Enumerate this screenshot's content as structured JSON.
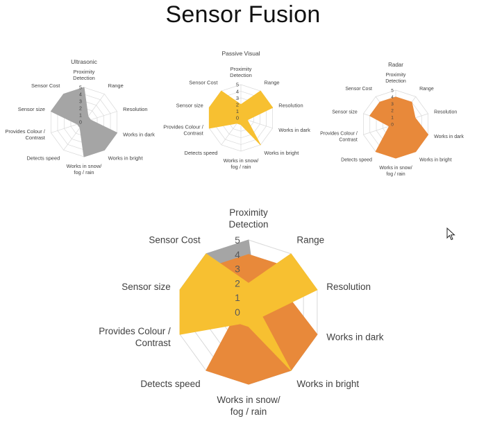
{
  "page": {
    "title": "Sensor Fusion"
  },
  "colors": {
    "ultrasonic": "#A5A5A5",
    "passive_visual": "#F7C031",
    "radar": "#E8893A",
    "grid": "#d9d9d9",
    "text": "#404040"
  },
  "chart_data": [
    {
      "type": "radar",
      "title": "Ultrasonic",
      "axes": [
        "Proximity Detection",
        "Range",
        "Resolution",
        "Works in dark",
        "Works in bright",
        "Works in snow/ fog / rain",
        "Detects speed",
        "Provides Colour / Contrast",
        "Sensor size",
        "Sensor Cost"
      ],
      "ticks": [
        0,
        1,
        2,
        3,
        4,
        5
      ],
      "rlim": [
        0,
        5
      ],
      "grid": true,
      "series": [
        {
          "values": [
            5,
            1,
            1,
            5,
            5,
            5,
            1,
            1,
            5,
            5
          ],
          "color": "#A5A5A5"
        }
      ]
    },
    {
      "type": "radar",
      "title": "Passive Visual",
      "axes": [
        "Proximity Detection",
        "Range",
        "Resolution",
        "Works in dark",
        "Works in bright",
        "Works in snow/ fog / rain",
        "Detects speed",
        "Provides Colour / Contrast",
        "Sensor size",
        "Sensor Cost"
      ],
      "ticks": [
        0,
        1,
        2,
        3,
        4,
        5
      ],
      "rlim": [
        0,
        5
      ],
      "grid": true,
      "series": [
        {
          "values": [
            2,
            5,
            5,
            1,
            5,
            1,
            1,
            5,
            5,
            5
          ],
          "color": "#F7C031"
        }
      ]
    },
    {
      "type": "radar",
      "title": "Radar",
      "axes": [
        "Proximity Detection",
        "Range",
        "Resolution",
        "Works in dark",
        "Works in bright",
        "Works in snow/ fog / rain",
        "Detects speed",
        "Provides Colour / Contrast",
        "Sensor size",
        "Sensor Cost"
      ],
      "ticks": [
        0,
        1,
        2,
        3,
        4,
        5
      ],
      "rlim": [
        0,
        5
      ],
      "grid": true,
      "series": [
        {
          "values": [
            4,
            4,
            3,
            5,
            5,
            5,
            5,
            1,
            4,
            4
          ],
          "color": "#E8893A"
        }
      ]
    },
    {
      "type": "radar",
      "title": "",
      "axes": [
        "Proximity Detection",
        "Range",
        "Resolution",
        "Works in dark",
        "Works in bright",
        "Works in snow/ fog / rain",
        "Detects speed",
        "Provides Colour / Contrast",
        "Sensor size",
        "Sensor Cost"
      ],
      "ticks": [
        0,
        1,
        2,
        3,
        4,
        5
      ],
      "rlim": [
        0,
        5
      ],
      "grid": true,
      "series": [
        {
          "values": [
            5,
            1,
            1,
            5,
            5,
            5,
            1,
            1,
            5,
            5
          ],
          "color": "#A5A5A5"
        },
        {
          "values": [
            4,
            4,
            3,
            5,
            5,
            5,
            5,
            1,
            4,
            4
          ],
          "color": "#E8893A"
        },
        {
          "values": [
            2,
            5,
            5,
            1,
            5,
            1,
            1,
            5,
            5,
            5
          ],
          "color": "#F7C031"
        }
      ]
    }
  ]
}
